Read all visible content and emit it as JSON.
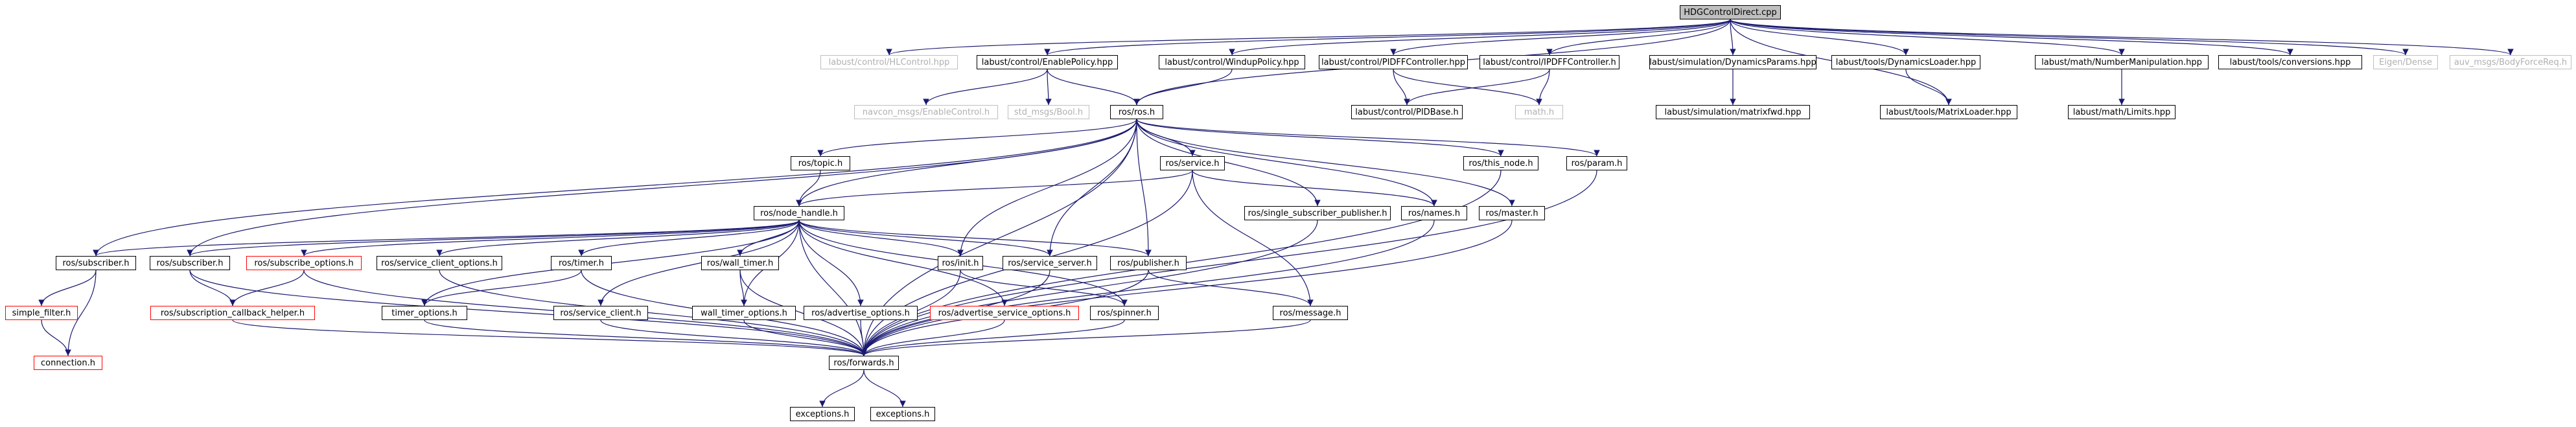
{
  "graph": {
    "root": "HDGControlDirect.cpp",
    "edge_color": "#191970",
    "nodes": {
      "root": "HDGControlDirect.cpp",
      "hlcontrol": "labust/control/HLControl.hpp",
      "enablepolicy": "labust/control/EnablePolicy.hpp",
      "winduppolicy": "labust/control/WindupPolicy.hpp",
      "pidffc_hpp": "labust/control/PIDFFController.hpp",
      "pidffc_h": "labust/control/IPDFFController.h",
      "dynparams": "labust/simulation/DynamicsParams.hpp",
      "dynloader": "labust/tools/DynamicsLoader.hpp",
      "numman": "labust/math/NumberManipulation.hpp",
      "conversions": "labust/tools/conversions.hpp",
      "eigen": "Eigen/Dense",
      "bodyforce": "auv_msgs/BodyForceReq.h",
      "navcon": "navcon_msgs/EnableControl.h",
      "stdbool": "std_msgs/Bool.h",
      "rosh": "ros/ros.h",
      "pidbase": "labust/control/PIDBase.h",
      "mathh": "math.h",
      "matrixfwd": "labust/simulation/matrixfwd.hpp",
      "matrixloader": "labust/tools/MatrixLoader.hpp",
      "limits": "labust/math/Limits.hpp",
      "topic": "ros/topic.h",
      "service": "ros/service.h",
      "thisnode": "ros/this_node.h",
      "param": "ros/param.h",
      "nodehandle": "ros/node_handle.h",
      "singlesub": "ros/single_subscriber_publisher.h",
      "names": "ros/names.h",
      "master": "ros/master.h",
      "subscriber1": "ros/subscriber.h",
      "subscriber2": "ros/subscriber.h",
      "subopts": "ros/subscribe_options.h",
      "srvclientopts": "ros/service_client_options.h",
      "timer": "ros/timer.h",
      "walltimer": "ros/wall_timer.h",
      "init": "ros/init.h",
      "srvserver": "ros/service_server.h",
      "publisher": "ros/publisher.h",
      "simplefilter": "simple_filter.h",
      "subcbhelper": "ros/subscription_callback_helper.h",
      "timeropts": "timer_options.h",
      "srvclient": "ros/service_client.h",
      "walltimeropts": "wall_timer_options.h",
      "advopts": "ros/advertise_options.h",
      "advsrvopts": "ros/advertise_service_options.h",
      "spinner": "ros/spinner.h",
      "message": "ros/message.h",
      "connection": "connection.h",
      "forwards": "ros/forwards.h",
      "exceptions1": "exceptions.h",
      "exceptions2": "exceptions.h"
    },
    "external_nodes": [
      "hlcontrol",
      "eigen",
      "bodyforce",
      "navcon",
      "stdbool",
      "mathh"
    ],
    "truncated_nodes": [
      "subopts",
      "simplefilter",
      "subcbhelper",
      "advsrvopts",
      "connection"
    ],
    "edges": [
      [
        "root",
        "hlcontrol"
      ],
      [
        "root",
        "enablepolicy"
      ],
      [
        "root",
        "winduppolicy"
      ],
      [
        "root",
        "pidffc_hpp"
      ],
      [
        "root",
        "pidffc_h"
      ],
      [
        "root",
        "dynparams"
      ],
      [
        "root",
        "dynloader"
      ],
      [
        "root",
        "numman"
      ],
      [
        "root",
        "conversions"
      ],
      [
        "root",
        "eigen"
      ],
      [
        "root",
        "bodyforce"
      ],
      [
        "root",
        "rosh"
      ],
      [
        "root",
        "matrixloader"
      ],
      [
        "enablepolicy",
        "navcon"
      ],
      [
        "enablepolicy",
        "stdbool"
      ],
      [
        "enablepolicy",
        "rosh"
      ],
      [
        "winduppolicy",
        "rosh"
      ],
      [
        "pidffc_hpp",
        "pidbase"
      ],
      [
        "pidffc_hpp",
        "mathh"
      ],
      [
        "pidffc_h",
        "pidbase"
      ],
      [
        "pidffc_h",
        "mathh"
      ],
      [
        "dynparams",
        "matrixfwd"
      ],
      [
        "dynloader",
        "matrixloader"
      ],
      [
        "numman",
        "limits"
      ],
      [
        "rosh",
        "topic"
      ],
      [
        "rosh",
        "service"
      ],
      [
        "rosh",
        "thisnode"
      ],
      [
        "rosh",
        "param"
      ],
      [
        "rosh",
        "nodehandle"
      ],
      [
        "rosh",
        "singlesub"
      ],
      [
        "rosh",
        "names"
      ],
      [
        "rosh",
        "master"
      ],
      [
        "rosh",
        "subscriber1"
      ],
      [
        "rosh",
        "subscriber2"
      ],
      [
        "rosh",
        "init"
      ],
      [
        "rosh",
        "srvserver"
      ],
      [
        "rosh",
        "publisher"
      ],
      [
        "rosh",
        "forwards"
      ],
      [
        "topic",
        "nodehandle"
      ],
      [
        "service",
        "nodehandle"
      ],
      [
        "service",
        "names"
      ],
      [
        "service",
        "message"
      ],
      [
        "service",
        "forwards"
      ],
      [
        "thisnode",
        "forwards"
      ],
      [
        "param",
        "forwards"
      ],
      [
        "singlesub",
        "forwards"
      ],
      [
        "names",
        "forwards"
      ],
      [
        "master",
        "forwards"
      ],
      [
        "nodehandle",
        "subscriber1"
      ],
      [
        "nodehandle",
        "subscriber2"
      ],
      [
        "nodehandle",
        "subopts"
      ],
      [
        "nodehandle",
        "srvclientopts"
      ],
      [
        "nodehandle",
        "timer"
      ],
      [
        "nodehandle",
        "walltimer"
      ],
      [
        "nodehandle",
        "init"
      ],
      [
        "nodehandle",
        "srvserver"
      ],
      [
        "nodehandle",
        "publisher"
      ],
      [
        "nodehandle",
        "timeropts"
      ],
      [
        "nodehandle",
        "srvclient"
      ],
      [
        "nodehandle",
        "walltimeropts"
      ],
      [
        "nodehandle",
        "advopts"
      ],
      [
        "nodehandle",
        "advsrvopts"
      ],
      [
        "nodehandle",
        "spinner"
      ],
      [
        "nodehandle",
        "forwards"
      ],
      [
        "subscriber1",
        "simplefilter"
      ],
      [
        "subscriber1",
        "connection"
      ],
      [
        "simplefilter",
        "connection"
      ],
      [
        "subscriber2",
        "subcbhelper"
      ],
      [
        "subscriber2",
        "forwards"
      ],
      [
        "subopts",
        "subcbhelper"
      ],
      [
        "subopts",
        "forwards"
      ],
      [
        "subcbhelper",
        "forwards"
      ],
      [
        "srvclientopts",
        "forwards"
      ],
      [
        "timer",
        "timeropts"
      ],
      [
        "timer",
        "forwards"
      ],
      [
        "walltimer",
        "walltimeropts"
      ],
      [
        "walltimer",
        "forwards"
      ],
      [
        "init",
        "spinner"
      ],
      [
        "init",
        "forwards"
      ],
      [
        "srvserver",
        "forwards"
      ],
      [
        "publisher",
        "message"
      ],
      [
        "publisher",
        "forwards"
      ],
      [
        "timeropts",
        "forwards"
      ],
      [
        "srvclient",
        "forwards"
      ],
      [
        "walltimeropts",
        "forwards"
      ],
      [
        "advopts",
        "forwards"
      ],
      [
        "advsrvopts",
        "forwards"
      ],
      [
        "spinner",
        "forwards"
      ],
      [
        "message",
        "forwards"
      ],
      [
        "forwards",
        "exceptions1"
      ],
      [
        "forwards",
        "exceptions2"
      ]
    ]
  }
}
